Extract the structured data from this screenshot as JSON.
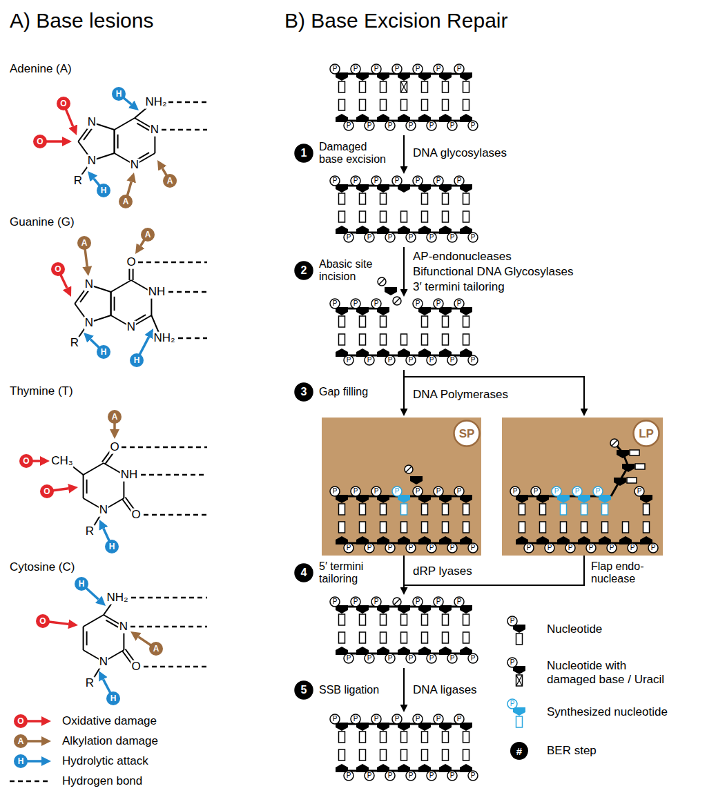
{
  "diagram": {
    "nodes": [
      {
        "text": [
          "1"
        ]
      },
      {
        "text": [
          "2"
        ]
      },
      {
        "text": [
          "3"
        ]
      },
      {
        "text": [
          "SP"
        ]
      },
      {
        "text": [
          "LP"
        ]
      },
      {
        "text": [
          "4"
        ]
      },
      {
        "text": [
          "5"
        ]
      }
    ],
    "labels": [
      "A) Base lesions",
      "B) Base Excision Repair",
      "Adenine (A)",
      "N",
      "NH₂",
      "N",
      "N",
      "N",
      "R",
      "O",
      "O",
      "H",
      "H",
      "A",
      "A",
      "Guanine (G)",
      "N",
      "O",
      "NH",
      "NH₂",
      "N",
      "N",
      "R",
      "O",
      "A",
      "A",
      "H",
      "H",
      "Thymine (T)",
      "CH₃",
      "O",
      "NH",
      "O",
      "N",
      "R",
      "O",
      "O",
      "A",
      "H",
      "Cytosine (C)",
      "NH₂",
      "N",
      "O",
      "N",
      "R",
      "H",
      "O",
      "A",
      "H",
      "O",
      "A",
      "H",
      "Damaged base excision",
      "DNA glycosylases",
      "Abasic site incision",
      "AP-endonucleases",
      "Bifunctional DNA Glycosylases",
      "3′ termini tailoring",
      "Gap filling",
      "DNA Polymerases",
      "5′ termini tailoring",
      "dRP lyases",
      "Flap endo- nuclease",
      "SSB ligation",
      "DNA ligases",
      "#",
      "P",
      "P",
      "P",
      "P",
      "P",
      "P",
      "P",
      "P",
      "P",
      "P",
      "P",
      "P",
      "P",
      "P",
      "P",
      "P",
      "P",
      "P",
      "P",
      "P",
      "P",
      "P",
      "P",
      "P",
      "P",
      "P",
      "P",
      "P",
      "P",
      "P",
      "P",
      "P",
      "P",
      "P",
      "P",
      "P",
      "P",
      "P",
      "P",
      "P",
      "P",
      "P",
      "P",
      "P",
      "P",
      "P",
      "P",
      "P",
      "P",
      "P",
      "P",
      "P",
      "P",
      "P",
      "P",
      "P",
      "P",
      "P",
      "P",
      "P",
      "P",
      "P",
      "P",
      "P",
      "P",
      "P",
      "P",
      "P",
      "P",
      "P",
      "P",
      "P",
      "P",
      "P",
      "P",
      "P",
      "P",
      "P",
      "P",
      "P",
      "P",
      "P",
      "P",
      "P",
      "P",
      "P",
      "P",
      "P",
      "P",
      "P",
      "P",
      "P",
      "P",
      "P",
      "P",
      "P",
      "P",
      "P"
    ],
    "legend": [
      {
        "text": "Oxidative damage",
        "color": "#e3262b"
      },
      {
        "text": "Alkylation damage",
        "color": "#9b6b3f"
      },
      {
        "text": "Hydrolytic attack",
        "color": "#1f87cd"
      },
      {
        "text": "Hydrogen bond"
      },
      {
        "text": "Nucleotide"
      },
      {
        "text": "Nucleotide with damaged base / Uracil"
      },
      {
        "text": "Synthesized nucleotide"
      },
      {
        "text": "BER step"
      }
    ]
  }
}
